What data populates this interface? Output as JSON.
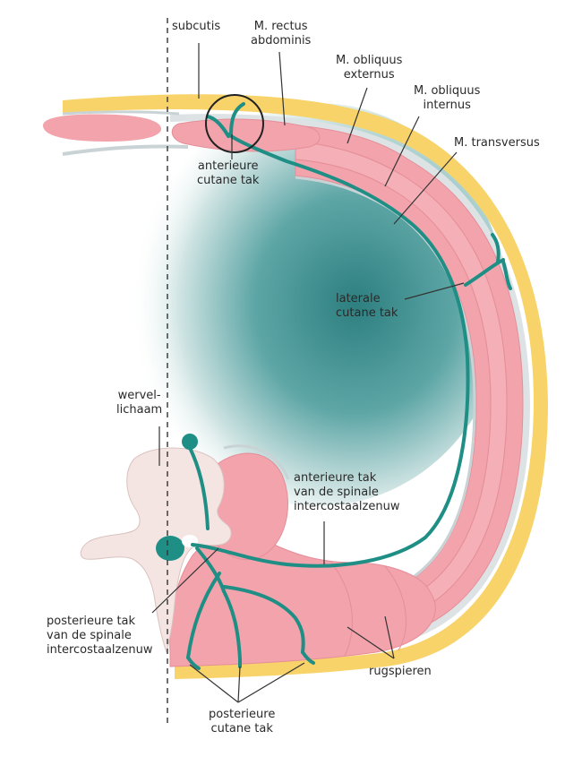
{
  "labels": {
    "subcutis": [
      "subcutis"
    ],
    "rectus": [
      "M. rectus",
      "abdominis"
    ],
    "obliquus_externus": [
      "M. obliquus",
      "externus"
    ],
    "obliquus_internus": [
      "M. obliquus",
      "internus"
    ],
    "transversus": [
      "M. transversus"
    ],
    "anterieure_cutane": [
      "anterieure",
      "cutane tak"
    ],
    "laterale_cutane": [
      "laterale",
      "cutane tak"
    ],
    "wervellichaam": [
      "wervel-",
      "lichaam"
    ],
    "anterieure_spinale": [
      "anterieure tak",
      "van de spinale",
      "intercostaalzenuw"
    ],
    "posterieure_spinale": [
      "posterieure tak",
      "van de spinale",
      "intercostaalzenuw"
    ],
    "rugspieren": [
      "rugspieren"
    ],
    "posterieure_cutane": [
      "posterieure",
      "cutane tak"
    ]
  },
  "colors": {
    "muscle": "#f2a3ab",
    "muscle_line": "#e58e99",
    "fat": "#f8d36a",
    "fascia": "#c9d3d6",
    "nerve": "#1f8f86",
    "bone": "#f4e4e2",
    "cavity": "#2d7f80",
    "line": "#333333"
  }
}
